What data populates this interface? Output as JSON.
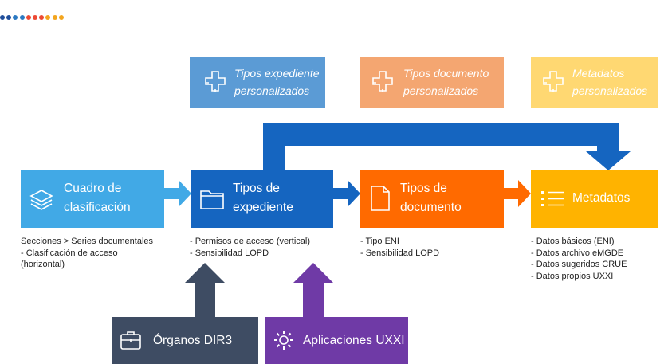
{
  "header": {
    "title": "",
    "dot_colors": [
      "#1f4e9b",
      "#1f4e9b",
      "#2b79c2",
      "#2b79c2",
      "#ed4a34",
      "#ed4a34",
      "#ed4a34",
      "#f3a51e",
      "#f3a51e",
      "#f3a51e"
    ]
  },
  "custom_boxes": [
    {
      "line1": "Tipos expediente",
      "line2": "personalizados",
      "color": "#5b9bd5",
      "icon": "puzzle-plus-icon"
    },
    {
      "line1": "Tipos documento",
      "line2": "personalizados",
      "color": "#f4a671",
      "icon": "puzzle-plus-icon"
    },
    {
      "line1": "Metadatos",
      "line2": "personalizados",
      "color": "#ffd872",
      "icon": "puzzle-plus-icon"
    }
  ],
  "main_boxes": [
    {
      "line1": "Cuadro de",
      "line2": "clasificación",
      "color": "#41a9e6",
      "icon": "layers-icon"
    },
    {
      "line1": "Tipos de",
      "line2": "expediente",
      "color": "#1565c0",
      "icon": "folder-icon"
    },
    {
      "line1": "Tipos de",
      "line2": "documento",
      "color": "#ff6a00",
      "icon": "document-icon"
    },
    {
      "line1": "Metadatos",
      "line2": "",
      "color": "#ffb300",
      "icon": "list-icon"
    }
  ],
  "descriptions": [
    "Secciones > Series documentales\n- Clasificación de acceso\n(horizontal)",
    "- Permisos de acceso (vertical)\n- Sensibilidad LOPD",
    "- Tipo ENI\n- Sensibilidad LOPD",
    "- Datos básicos (ENI)\n- Datos archivo eMGDE\n- Datos sugeridos CRUE\n- Datos propios UXXI"
  ],
  "bottom_boxes": [
    {
      "label": "Órganos DIR3",
      "color": "#3e4c63",
      "icon": "briefcase-icon"
    },
    {
      "label": "Aplicaciones UXXI",
      "color": "#6f3aa6",
      "icon": "gear-icon"
    }
  ],
  "arrow_color_main": "#1565c0"
}
